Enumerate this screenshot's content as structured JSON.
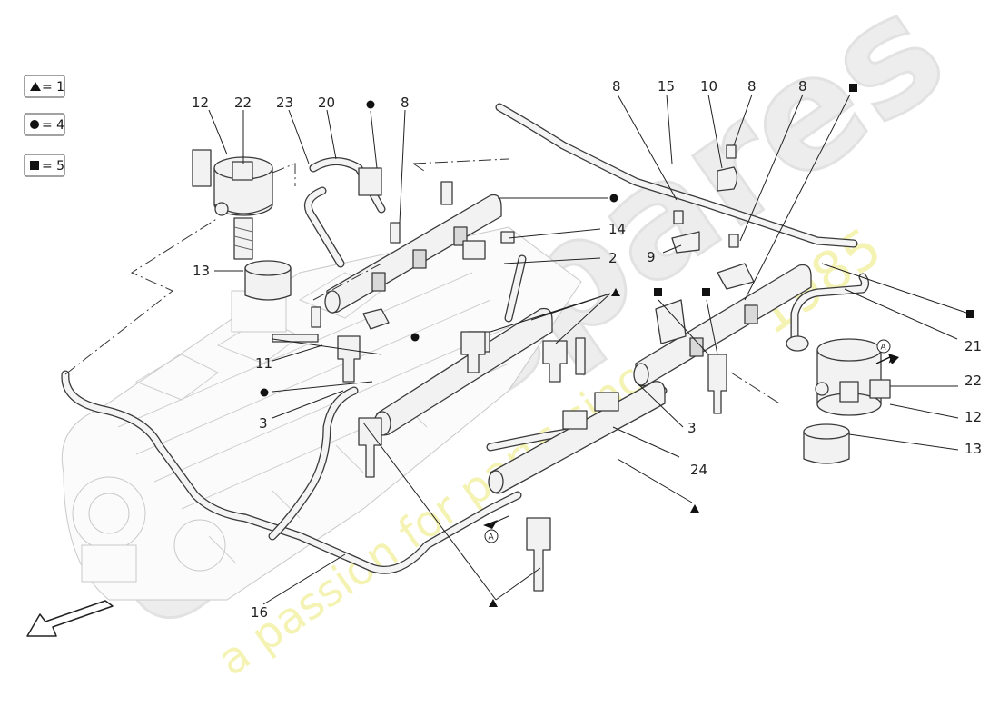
{
  "legend": [
    {
      "symbol": "triangle",
      "text": "= 1"
    },
    {
      "symbol": "circle",
      "text": "= 4"
    },
    {
      "symbol": "square",
      "text": "= 5"
    }
  ],
  "callouts": {
    "c12_left": "12",
    "c22_left": "22",
    "c23": "23",
    "c20": "20",
    "c8_a": "8",
    "c13_left": "13",
    "c14": "14",
    "c2": "2",
    "c11": "11",
    "c3_left": "3",
    "c16": "16",
    "c8_b": "8",
    "c15": "15",
    "c10": "10",
    "c8_c": "8",
    "c8_d": "8",
    "c9": "9",
    "c21": "21",
    "c22_right": "22",
    "c12_right": "12",
    "c13_right": "13",
    "c3_right": "3",
    "c24": "24"
  },
  "circled_marker": "A",
  "watermark": {
    "brand": "eurospares",
    "tagline": "a passion for parts since",
    "year": "1985"
  },
  "colors": {
    "line": "#3a3a3a",
    "part_fill": "#f2f2f2",
    "watermark_text": "#f3f2a8"
  }
}
